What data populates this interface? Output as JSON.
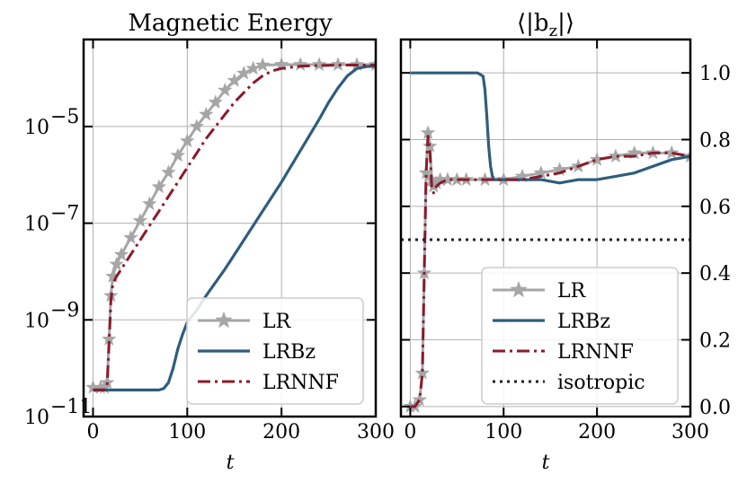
{
  "chart_data": [
    {
      "type": "line",
      "title": "Magnetic Energy",
      "xlabel": "t",
      "ylabel": "",
      "xlim": [
        -10,
        300
      ],
      "ylim_log10": [
        -11,
        -3.2
      ],
      "yscale": "log",
      "xticks": [
        0,
        100,
        200,
        300
      ],
      "xtick_labels": [
        "0",
        "100",
        "200",
        "300"
      ],
      "yticks_log10": [
        -11,
        -9,
        -7,
        -5
      ],
      "ytick_labels": [
        "10",
        "10",
        "10",
        "10"
      ],
      "ytick_exponents": [
        "−11",
        "−9",
        "−7",
        "−5"
      ],
      "grid": true,
      "legend_position": "lower right",
      "series": [
        {
          "name": "LR",
          "color": "#a6a6a6",
          "style": "solid-star",
          "x": [
            0,
            8,
            12,
            15,
            17,
            19,
            21,
            25,
            30,
            40,
            50,
            60,
            70,
            80,
            90,
            100,
            110,
            120,
            130,
            140,
            150,
            160,
            170,
            180,
            200,
            220,
            240,
            260,
            280,
            300
          ],
          "y_log10": [
            -10.4,
            -10.4,
            -10.4,
            -10.3,
            -9.4,
            -8.5,
            -8.1,
            -7.85,
            -7.65,
            -7.3,
            -6.95,
            -6.6,
            -6.25,
            -5.95,
            -5.6,
            -5.3,
            -5.0,
            -4.75,
            -4.5,
            -4.25,
            -4.05,
            -3.9,
            -3.8,
            -3.73,
            -3.72,
            -3.72,
            -3.72,
            -3.72,
            -3.72,
            -3.72
          ]
        },
        {
          "name": "LRBz",
          "color": "#2f5d7c",
          "style": "solid",
          "x": [
            0,
            20,
            40,
            60,
            70,
            75,
            80,
            85,
            90,
            95,
            100,
            110,
            120,
            140,
            160,
            180,
            200,
            220,
            240,
            250,
            260,
            270,
            280,
            290,
            300
          ],
          "y_log10": [
            -10.45,
            -10.45,
            -10.45,
            -10.45,
            -10.45,
            -10.42,
            -10.3,
            -10.0,
            -9.6,
            -9.3,
            -9.05,
            -8.8,
            -8.5,
            -7.95,
            -7.35,
            -6.75,
            -6.15,
            -5.5,
            -4.85,
            -4.5,
            -4.2,
            -3.95,
            -3.8,
            -3.76,
            -3.75
          ]
        },
        {
          "name": "LRNNF",
          "color": "#8b1a2b",
          "style": "dashdot",
          "x": [
            0,
            8,
            12,
            15,
            17,
            19,
            21,
            25,
            30,
            40,
            50,
            60,
            70,
            80,
            90,
            100,
            110,
            120,
            130,
            140,
            150,
            160,
            170,
            180,
            190,
            200,
            220,
            240,
            260,
            280,
            300
          ],
          "y_log10": [
            -10.45,
            -10.45,
            -10.45,
            -10.35,
            -9.5,
            -8.6,
            -8.25,
            -8.1,
            -7.95,
            -7.65,
            -7.35,
            -7.05,
            -6.75,
            -6.45,
            -6.15,
            -5.85,
            -5.55,
            -5.25,
            -5.0,
            -4.75,
            -4.5,
            -4.3,
            -4.1,
            -3.95,
            -3.85,
            -3.8,
            -3.75,
            -3.74,
            -3.73,
            -3.73,
            -3.73
          ]
        }
      ]
    },
    {
      "type": "line",
      "title": "⟨|b_z|⟩",
      "title_main": "⟨|b",
      "title_sub": "z",
      "title_end": "|⟩",
      "xlabel": "t",
      "ylabel": "",
      "xlim": [
        -10,
        300
      ],
      "ylim": [
        -0.03,
        1.1
      ],
      "xticks": [
        0,
        100,
        200,
        300
      ],
      "xtick_labels": [
        "0",
        "100",
        "200",
        "300"
      ],
      "yticks": [
        0.0,
        0.2,
        0.4,
        0.6,
        0.8,
        1.0
      ],
      "ytick_labels": [
        "0.0",
        "0.2",
        "0.4",
        "0.6",
        "0.8",
        "1.0"
      ],
      "yaxis_side": "right",
      "grid": true,
      "legend_position": "lower right",
      "series": [
        {
          "name": "LR",
          "color": "#a6a6a6",
          "style": "solid-star",
          "x": [
            0,
            5,
            10,
            13,
            15,
            17,
            19,
            21,
            23,
            25,
            28,
            32,
            40,
            50,
            60,
            80,
            100,
            120,
            140,
            160,
            180,
            200,
            220,
            240,
            260,
            280,
            300
          ],
          "y": [
            0.0,
            0.0,
            0.02,
            0.1,
            0.4,
            0.7,
            0.82,
            0.78,
            0.68,
            0.66,
            0.67,
            0.68,
            0.68,
            0.68,
            0.68,
            0.68,
            0.68,
            0.69,
            0.7,
            0.71,
            0.72,
            0.74,
            0.75,
            0.76,
            0.76,
            0.76,
            0.75
          ]
        },
        {
          "name": "LRBz",
          "color": "#2f5d7c",
          "style": "solid",
          "x": [
            0,
            20,
            40,
            60,
            72,
            78,
            80,
            82,
            84,
            86,
            88,
            90,
            95,
            100,
            120,
            140,
            160,
            180,
            200,
            220,
            240,
            260,
            280,
            300
          ],
          "y": [
            1.0,
            1.0,
            1.0,
            1.0,
            1.0,
            0.99,
            0.95,
            0.87,
            0.78,
            0.72,
            0.69,
            0.68,
            0.68,
            0.68,
            0.68,
            0.68,
            0.67,
            0.68,
            0.68,
            0.69,
            0.7,
            0.72,
            0.74,
            0.75
          ]
        },
        {
          "name": "LRNNF",
          "color": "#8b1a2b",
          "style": "dashdot",
          "x": [
            0,
            5,
            10,
            13,
            15,
            17,
            19,
            21,
            23,
            25,
            28,
            32,
            40,
            60,
            80,
            100,
            120,
            140,
            160,
            180,
            200,
            220,
            240,
            260,
            280,
            300
          ],
          "y": [
            0.0,
            0.0,
            0.02,
            0.1,
            0.4,
            0.7,
            0.81,
            0.77,
            0.66,
            0.64,
            0.66,
            0.67,
            0.68,
            0.68,
            0.68,
            0.68,
            0.68,
            0.69,
            0.7,
            0.72,
            0.74,
            0.75,
            0.75,
            0.76,
            0.76,
            0.75
          ]
        },
        {
          "name": "isotropic",
          "color": "#222222",
          "style": "dotted",
          "x": [
            -10,
            300
          ],
          "y": [
            0.5,
            0.5
          ]
        }
      ]
    }
  ]
}
